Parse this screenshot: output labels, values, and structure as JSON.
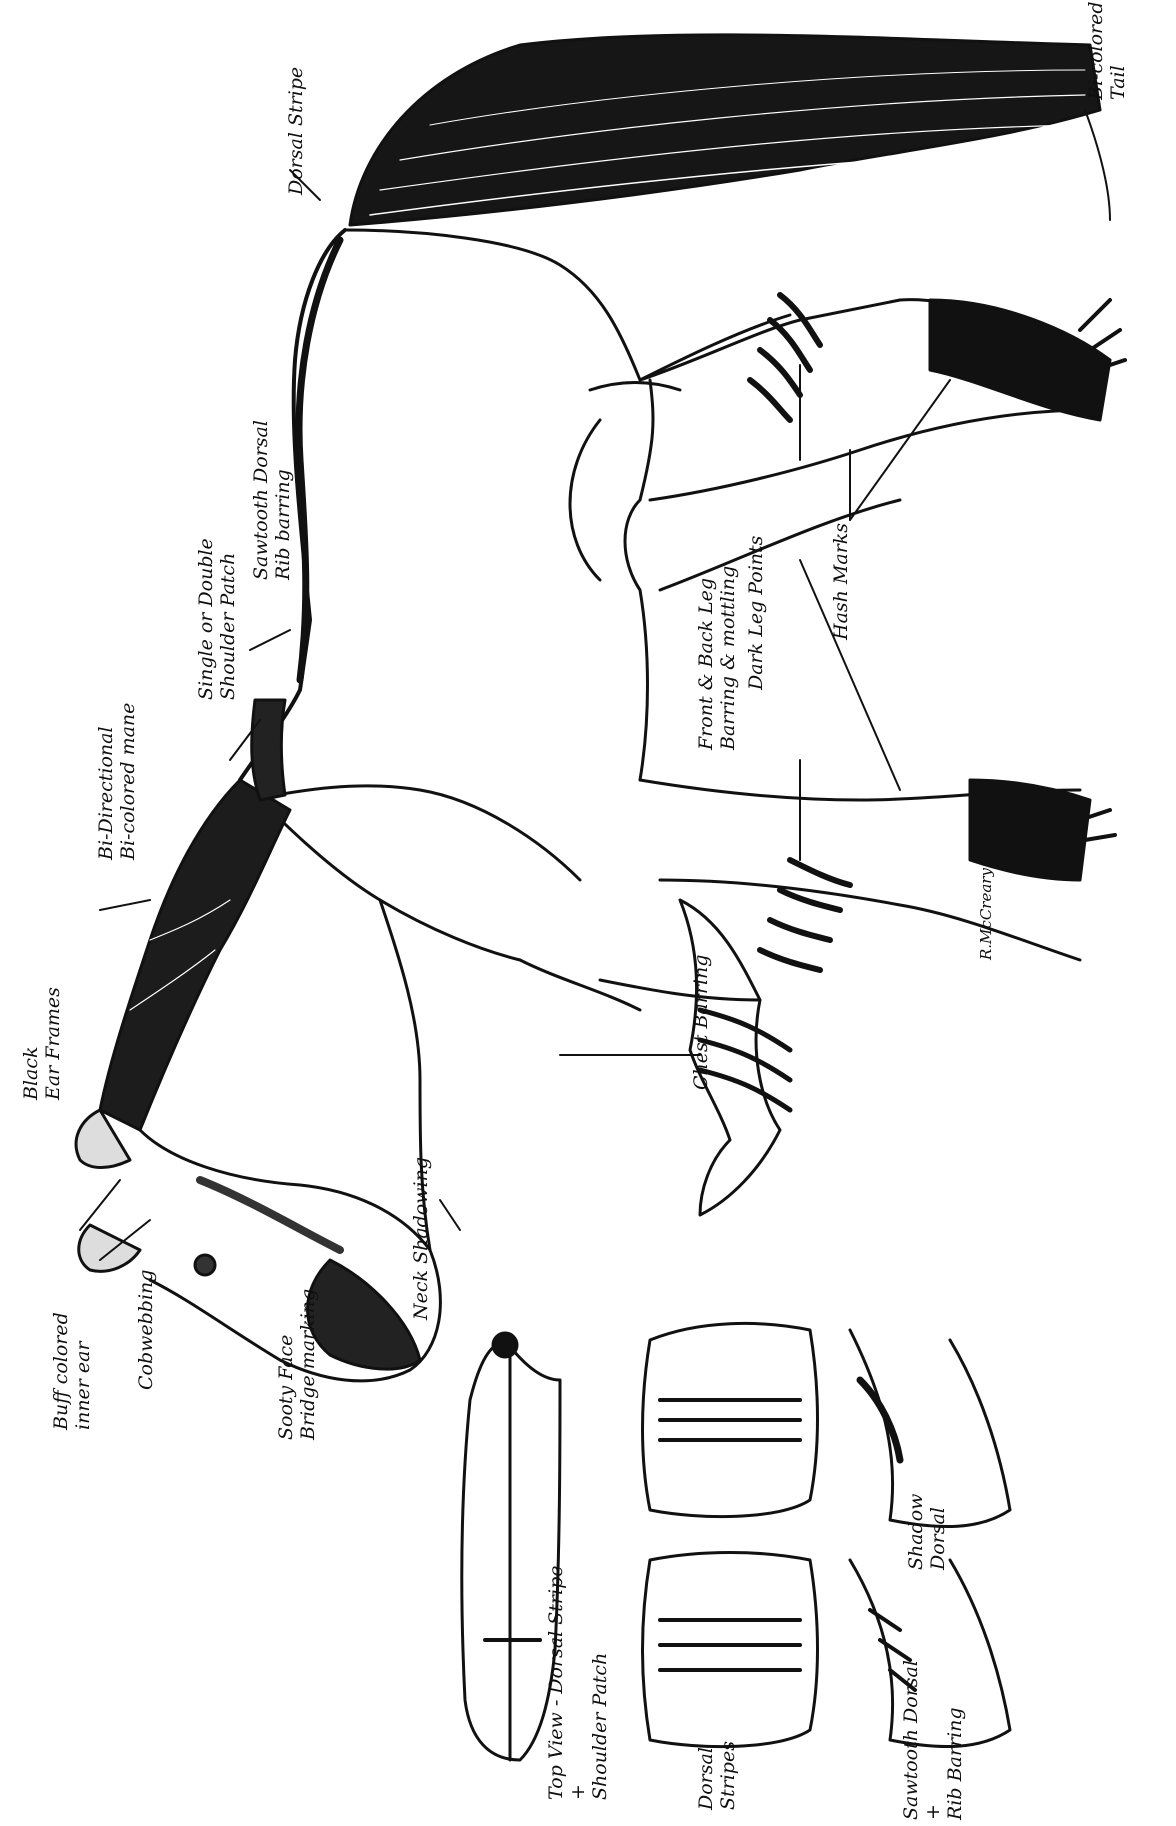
{
  "labels": {
    "dorsal_stripe": "Dorsal Stripe",
    "bi_colored_tail": [
      "Bi-colored",
      "Tail"
    ],
    "sawtooth_dorsal_rib_barring": [
      "Sawtooth Dorsal",
      "Rib barring"
    ],
    "shoulder_patch": [
      "Single or Double",
      "Shoulder Patch"
    ],
    "bi_directional_mane": [
      "Bi-Directional",
      "Bi-colored mane"
    ],
    "black_ear_frames": [
      "Black",
      "Ear Frames"
    ],
    "buff_inner_ear": [
      "Buff colored",
      "inner ear"
    ],
    "cobwebbing": "Cobwebbing",
    "sooty_face": [
      "Sooty Face",
      "Bridge marking"
    ],
    "neck_shadowing": "Neck Shadowing",
    "chest_barring": "Chest Barring",
    "leg_barring": [
      "Front & Back Leg",
      "Barring & mottling"
    ],
    "dark_leg_points": "Dark Leg Points",
    "hash_marks": "Hash Marks",
    "top_view": [
      "Top View - Dorsal Stripe",
      "+",
      "Shoulder Patch"
    ],
    "dorsal_stripes": [
      "Dorsal",
      "Stripes"
    ],
    "shadow_dorsal": [
      "Shadow",
      "Dorsal"
    ],
    "sawtooth_dorsal_rib_barring_inset": [
      "Sawtooth Dorsal",
      "+",
      "Rib Barring"
    ],
    "signature": "R.McCreary"
  }
}
